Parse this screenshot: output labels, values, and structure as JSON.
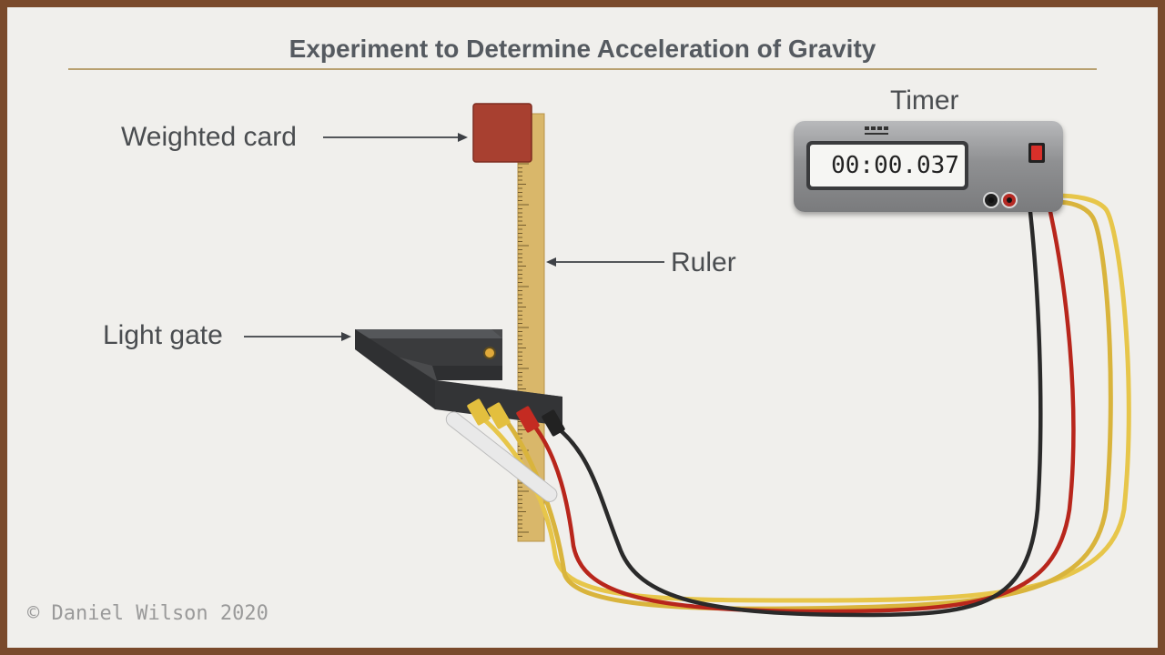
{
  "title": "Experiment to Determine Acceleration of Gravity",
  "labels": {
    "weighted_card": "Weighted card",
    "ruler": "Ruler",
    "light_gate": "Light gate",
    "timer": "Timer"
  },
  "timer": {
    "reading": "00:00.037"
  },
  "copyright": "© Daniel Wilson 2020",
  "colors": {
    "card": "#a84030",
    "ruler": "#d9b76a",
    "gate": "#3f4042",
    "wire_yellow": "#e7c64a",
    "wire_red": "#b8261c",
    "wire_black": "#2a2a2a",
    "timer_body": "#9a9b9d"
  }
}
